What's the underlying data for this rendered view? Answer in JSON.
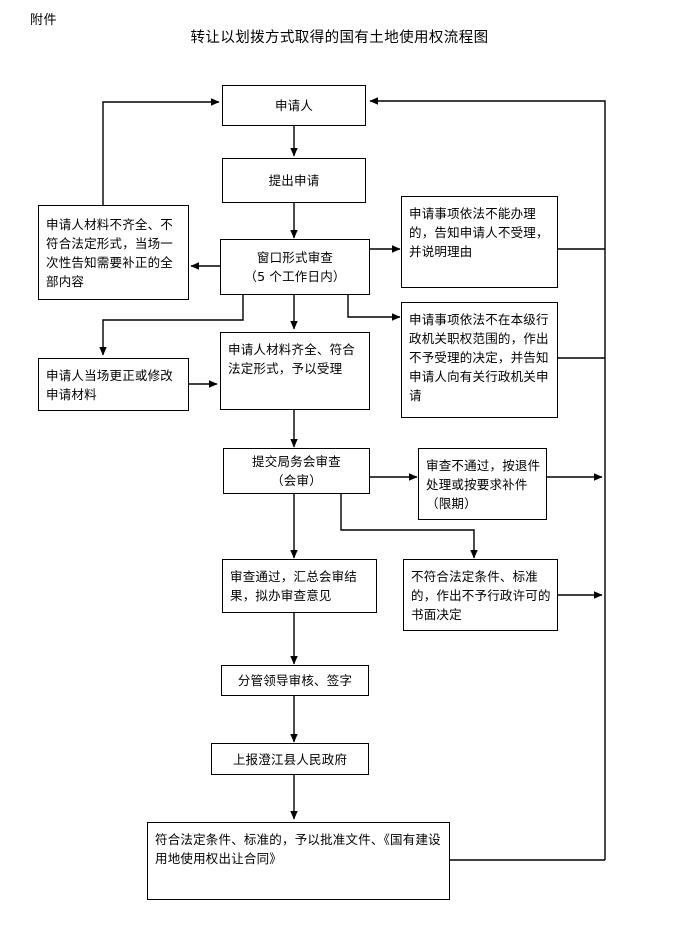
{
  "header": {
    "attachment_label": "附件",
    "title": "转让以划拨方式取得的国有土地使用权流程图"
  },
  "colors": {
    "line": "#000000",
    "box_border": "#000000",
    "background": "#ffffff",
    "text": "#000000"
  },
  "nodes": {
    "applicant": "申请人",
    "submit_application": "提出申请",
    "window_review": "窗口形式审查\n（5 个工作日内）",
    "incomplete_materials": "申请人材料不齐全、不符合法定形式，当场一次性告知需要补正的全部内容",
    "cannot_handle": "申请事项依法不能办理的，告知申请人不受理，并说明理由",
    "not_in_jurisdiction": "申请事项依法不在本级行政机关职权范围的，作出不予受理的决定，并告知申请人向有关行政机关申请",
    "applicant_correct": "申请人当场更正或修改申请材料",
    "materials_complete": "申请人材料齐全、符合法定形式，予以受理",
    "bureau_meeting_review": "提交局务会审查\n（会审）",
    "review_failed": "审查不通过，按退件处理或按要求补件（限期）",
    "review_passed": "审查通过，汇总会审结果，拟办审查意见",
    "not_meet_conditions": "不符合法定条件、标准的，作出不予行政许可的书面决定",
    "leader_signature": "分管领导审核、签字",
    "report_to_government": "上报澄江县人民政府",
    "approval_documents": "符合法定条件、标准的，予以批准文件、《国有建设用地使用权出让合同》"
  },
  "edges": [
    {
      "name": "applicant-to-submit",
      "from": "applicant",
      "to": "submit_application"
    },
    {
      "name": "submit-to-window-review",
      "from": "submit_application",
      "to": "window_review"
    },
    {
      "name": "window-review-to-incomplete",
      "from": "window_review",
      "to": "incomplete_materials"
    },
    {
      "name": "window-review-to-cannot-handle",
      "from": "window_review",
      "to": "cannot_handle"
    },
    {
      "name": "window-review-to-not-in-jurisdiction",
      "from": "window_review",
      "to": "not_in_jurisdiction"
    },
    {
      "name": "window-review-to-materials-complete",
      "from": "window_review",
      "to": "materials_complete"
    },
    {
      "name": "window-review-to-applicant-correct",
      "from": "window_review",
      "to": "applicant_correct"
    },
    {
      "name": "incomplete-to-applicant",
      "from": "incomplete_materials",
      "to": "applicant"
    },
    {
      "name": "applicant-correct-to-materials-complete",
      "from": "applicant_correct",
      "to": "materials_complete"
    },
    {
      "name": "materials-complete-to-bureau-meeting",
      "from": "materials_complete",
      "to": "bureau_meeting_review"
    },
    {
      "name": "bureau-meeting-to-review-failed",
      "from": "bureau_meeting_review",
      "to": "review_failed"
    },
    {
      "name": "bureau-meeting-to-review-passed",
      "from": "bureau_meeting_review",
      "to": "review_passed"
    },
    {
      "name": "bureau-meeting-to-not-meet-conditions",
      "from": "bureau_meeting_review",
      "to": "not_meet_conditions"
    },
    {
      "name": "review-passed-to-leader-signature",
      "from": "review_passed",
      "to": "leader_signature"
    },
    {
      "name": "leader-signature-to-report",
      "from": "leader_signature",
      "to": "report_to_government"
    },
    {
      "name": "report-to-approval",
      "from": "report_to_government",
      "to": "approval_documents"
    },
    {
      "name": "cannot-handle-to-applicant-return",
      "from": "cannot_handle",
      "to": "applicant"
    },
    {
      "name": "not-in-jurisdiction-to-applicant-return",
      "from": "not_in_jurisdiction",
      "to": "applicant"
    },
    {
      "name": "review-failed-to-applicant-return",
      "from": "review_failed",
      "to": "applicant"
    },
    {
      "name": "not-meet-conditions-to-applicant-return",
      "from": "not_meet_conditions",
      "to": "applicant"
    },
    {
      "name": "approval-to-applicant-return",
      "from": "approval_documents",
      "to": "applicant"
    }
  ]
}
